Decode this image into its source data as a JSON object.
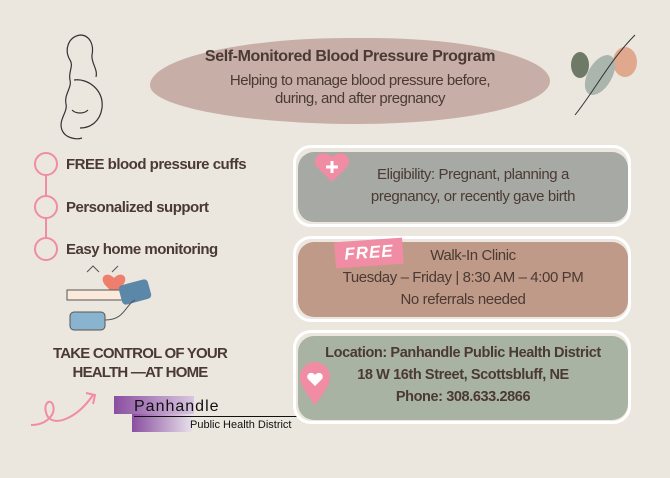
{
  "header": {
    "title": "Self-Monitored Blood Pressure Program",
    "subtitle_line1": "Helping to  manage blood pressure  before,",
    "subtitle_line2": "during, and after pregnancy"
  },
  "bullets": [
    "FREE blood pressure cuffs",
    "Personalized support",
    "Easy home monitoring"
  ],
  "tagline": {
    "line1": "TAKE CONTROL OF YOUR",
    "line2": "HEALTH —AT HOME"
  },
  "logo": {
    "name": "Panhandle",
    "subname": "Public Health District"
  },
  "eligibility": {
    "line1": "Eligibility: Pregnant, planning a",
    "line2": "pregnancy, or recently gave birth"
  },
  "clinic": {
    "badge": "FREE",
    "line1": "Walk-In Clinic",
    "line2": "Tuesday – Friday | 8:30 AM – 4:00 PM",
    "line3": "No referrals needed"
  },
  "location": {
    "line1": "Location: Panhandle Public Health District",
    "line2": "18 W 16th Street, Scottsbluff, NE",
    "line3": "Phone: 308.633.2866"
  },
  "colors": {
    "background": "#ebe7df",
    "pink": "#f08ca4",
    "blob": "#c7aea6",
    "eligibility": "#a7a9a4",
    "clinic": "#c09a88",
    "location": "#a9b3a3"
  }
}
